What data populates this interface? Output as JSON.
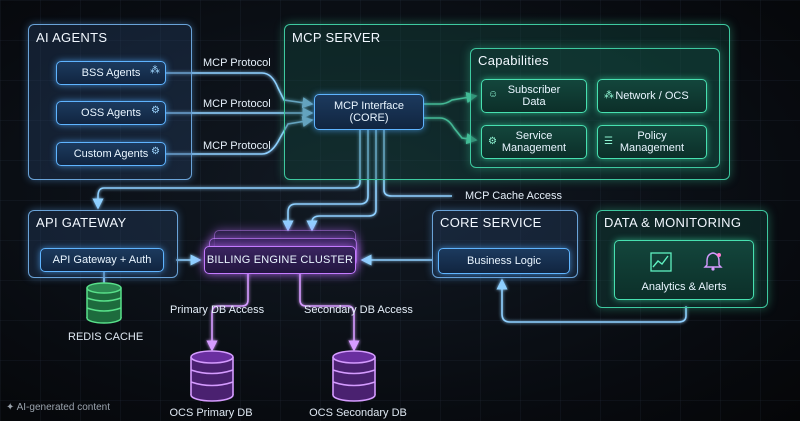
{
  "panels": {
    "ai_agents": "AI AGENTS",
    "mcp_server": "MCP SERVER",
    "capabilities": "Capabilities",
    "api_gateway": "API GATEWAY",
    "core_service": "CORE SERVICE",
    "data_monitoring": "DATA & MONITORING"
  },
  "agents": [
    "BSS Agents",
    "OSS Agents",
    "Custom Agents"
  ],
  "protocol_labels": [
    "MCP Protocol",
    "MCP Protocol",
    "MCP Protocol"
  ],
  "mcp_interface": {
    "line1": "MCP Interface",
    "line2": "(CORE)"
  },
  "capabilities": [
    {
      "line1": "Subscriber",
      "line2": "Data",
      "icon": "person-icon"
    },
    {
      "line1": "Network / OCS",
      "line2": "",
      "icon": "network-icon"
    },
    {
      "line1": "Service",
      "line2": "Management",
      "icon": "gear-icon"
    },
    {
      "line1": "Policy",
      "line2": "Management",
      "icon": "checklist-icon"
    }
  ],
  "mcp_cache_access": "MCP Cache Access",
  "api_gateway_auth": "API Gateway + Auth",
  "billing_cluster": "BILLING ENGINE CLUSTER",
  "business_logic": "Business Logic",
  "analytics": "Analytics & Alerts",
  "redis_cache": "REDIS CACHE",
  "primary_access": "Primary DB Access",
  "secondary_access": "Secondary DB Access",
  "ocs_primary": "OCS Primary DB",
  "ocs_secondary": "OCS Secondary DB",
  "ai_generated": "AI-generated content",
  "colors": {
    "blue": "#5fb4ff",
    "green": "#47e0b0",
    "purple": "#c47bff"
  }
}
